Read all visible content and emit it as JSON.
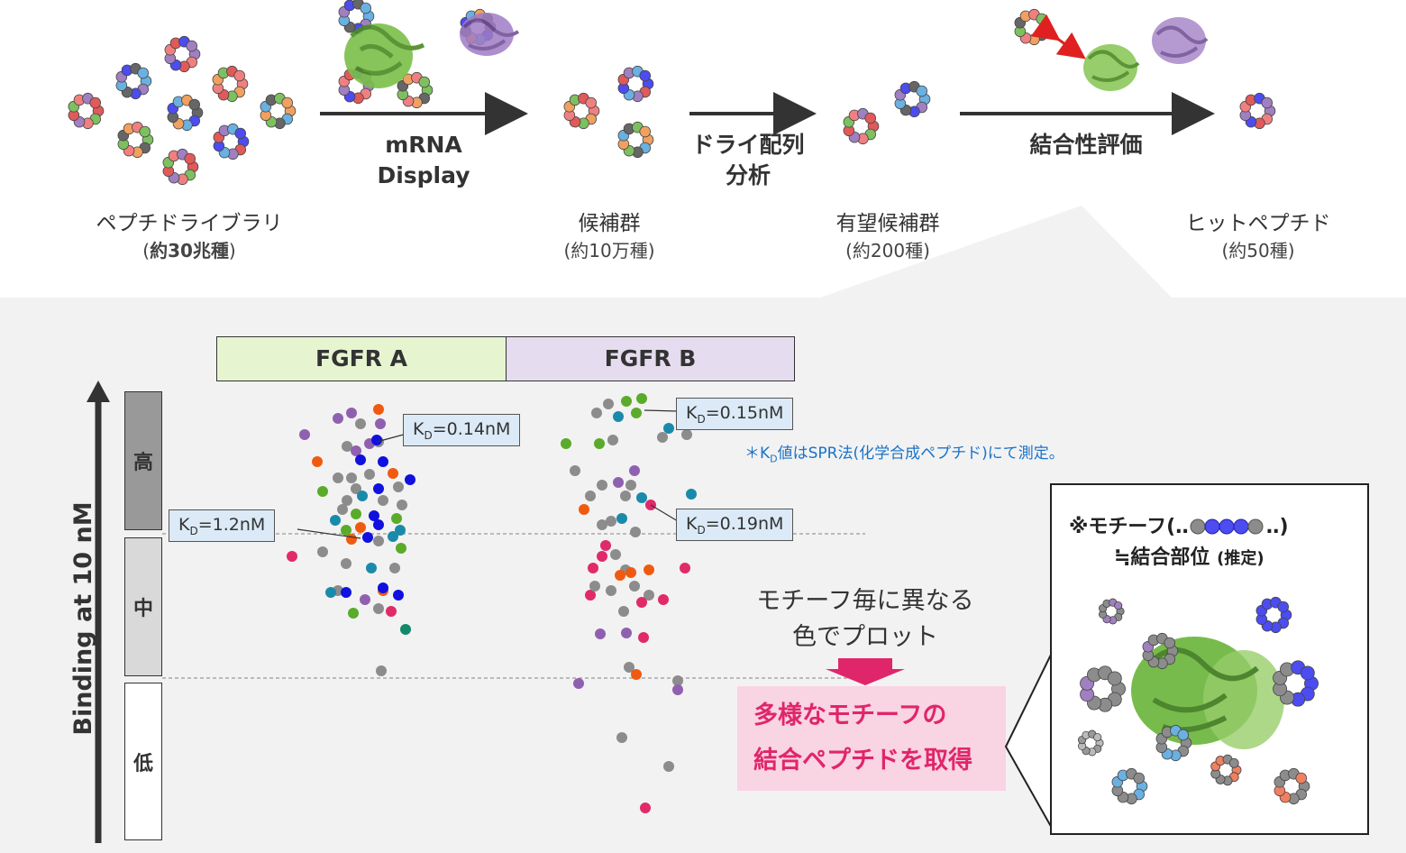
{
  "pipeline": {
    "stages": [
      {
        "name": "ペプチドライブラリ",
        "count_open": "(",
        "count_bold": "約30兆種",
        "count_close": ")"
      },
      {
        "name": "候補群",
        "count": "(約10万種)"
      },
      {
        "name": "有望候補群",
        "count": "(約200種)"
      },
      {
        "name": "ヒットペプチド",
        "count": "(約50種)"
      }
    ],
    "processes": [
      {
        "line1": "mRNA",
        "line2": "Display"
      },
      {
        "line1": "ドライ配列",
        "line2": "分析"
      },
      {
        "line1": "結合性評価",
        "line2": ""
      }
    ]
  },
  "chart": {
    "targets": [
      {
        "label": "FGFR A",
        "color": "#e6f5d0"
      },
      {
        "label": "FGFR B",
        "color": "#e6dcef"
      }
    ],
    "ylabel": "Binding at 10 nM",
    "levels": [
      {
        "label": "高",
        "color": "#999999"
      },
      {
        "label": "中",
        "color": "#d9d9d9"
      },
      {
        "label": "低",
        "color": "#ffffff"
      }
    ],
    "kd_labels": [
      {
        "k": "K",
        "sub": "D",
        "value": "=0.14nM"
      },
      {
        "k": "K",
        "sub": "D",
        "value": "=1.2nM"
      },
      {
        "k": "K",
        "sub": "D",
        "value": "=0.15nM"
      },
      {
        "k": "K",
        "sub": "D",
        "value": "=0.19nM"
      }
    ],
    "note": {
      "prefix": "＊K",
      "sub": "D",
      "suffix": "値はSPR法(化学合成ペプチド)にて測定。"
    },
    "color_note_line1": "モチーフ毎に異なる",
    "color_note_line2": "色でプロット",
    "result_line1": "多様なモチーフの",
    "result_line2": "結合ペプチドを取得",
    "motif_title_line1": "※モチーフ(‥",
    "motif_title_line1_end": "‥)",
    "motif_title_line2": "≒結合部位",
    "motif_title_line2_small": "(推定)",
    "colors": {
      "green": "#5aab2a",
      "blue": "#1010e0",
      "orange": "#f05a10",
      "purple": "#9060b0",
      "teal": "#1a8aaa",
      "gray": "#8c8c8c",
      "pink": "#e02a6a",
      "dteal": "#108a6a",
      "accent_red": "#e0266a",
      "note_blue": "#1a73c8"
    }
  }
}
